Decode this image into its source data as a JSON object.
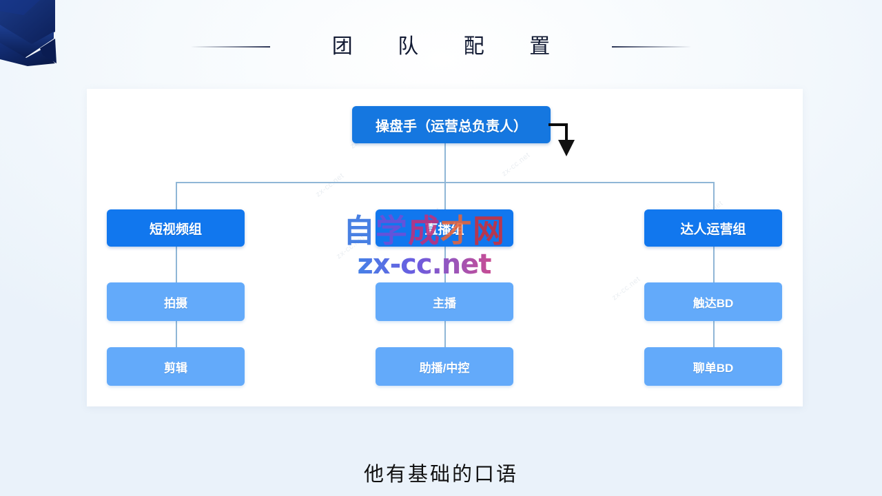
{
  "slide": {
    "title": "团 队 配 置",
    "subtitle": "他有基础的口语",
    "background_color": "#eef4fb",
    "panel_color": "#ffffff"
  },
  "colors": {
    "level1": "#1577e0",
    "level2": "#1177ee",
    "level3": "#63aafa",
    "connector": "#8fb6d6",
    "title_text": "#121a33",
    "corner_decoration": "#102a6e"
  },
  "org_chart": {
    "root": {
      "label": "操盘手（运营总负责人）"
    },
    "branches": [
      {
        "head": "短视频组",
        "children": [
          "拍摄",
          "剪辑"
        ]
      },
      {
        "head": "直播组",
        "children": [
          "主播",
          "助播/中控"
        ]
      },
      {
        "head": "达人运营组",
        "children": [
          "触达BD",
          "聊单BD"
        ]
      }
    ]
  },
  "annotation": {
    "pointer": "down-arrow-pointer"
  },
  "watermark": {
    "chinese_chars": [
      "自",
      "学",
      "成",
      "才",
      "网"
    ],
    "url": "zx-cc.net",
    "tile_text": "zx-cc.net"
  }
}
